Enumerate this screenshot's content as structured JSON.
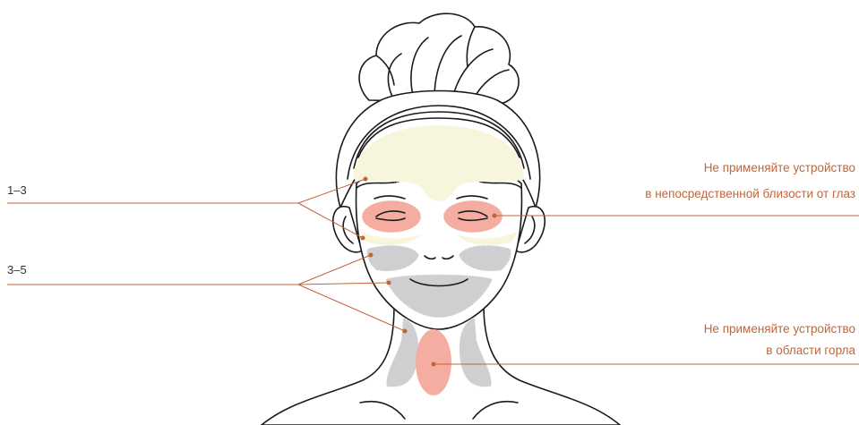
{
  "labels": {
    "zone_level_1": "1–3",
    "zone_level_2": "3–5"
  },
  "warnings": {
    "eyes_line1": "Не применяйте устройство",
    "eyes_line2": "в непосредственной близости от глаз",
    "throat_line1": "Не применяйте устройство",
    "throat_line2": "в области горла"
  },
  "colors": {
    "accent": "#c0653a",
    "light_zone": "#f7f5dc",
    "medium_zone": "#cfcfd1",
    "forbidden_zone": "#f4ada0",
    "line_art": "#1a1a1a"
  }
}
